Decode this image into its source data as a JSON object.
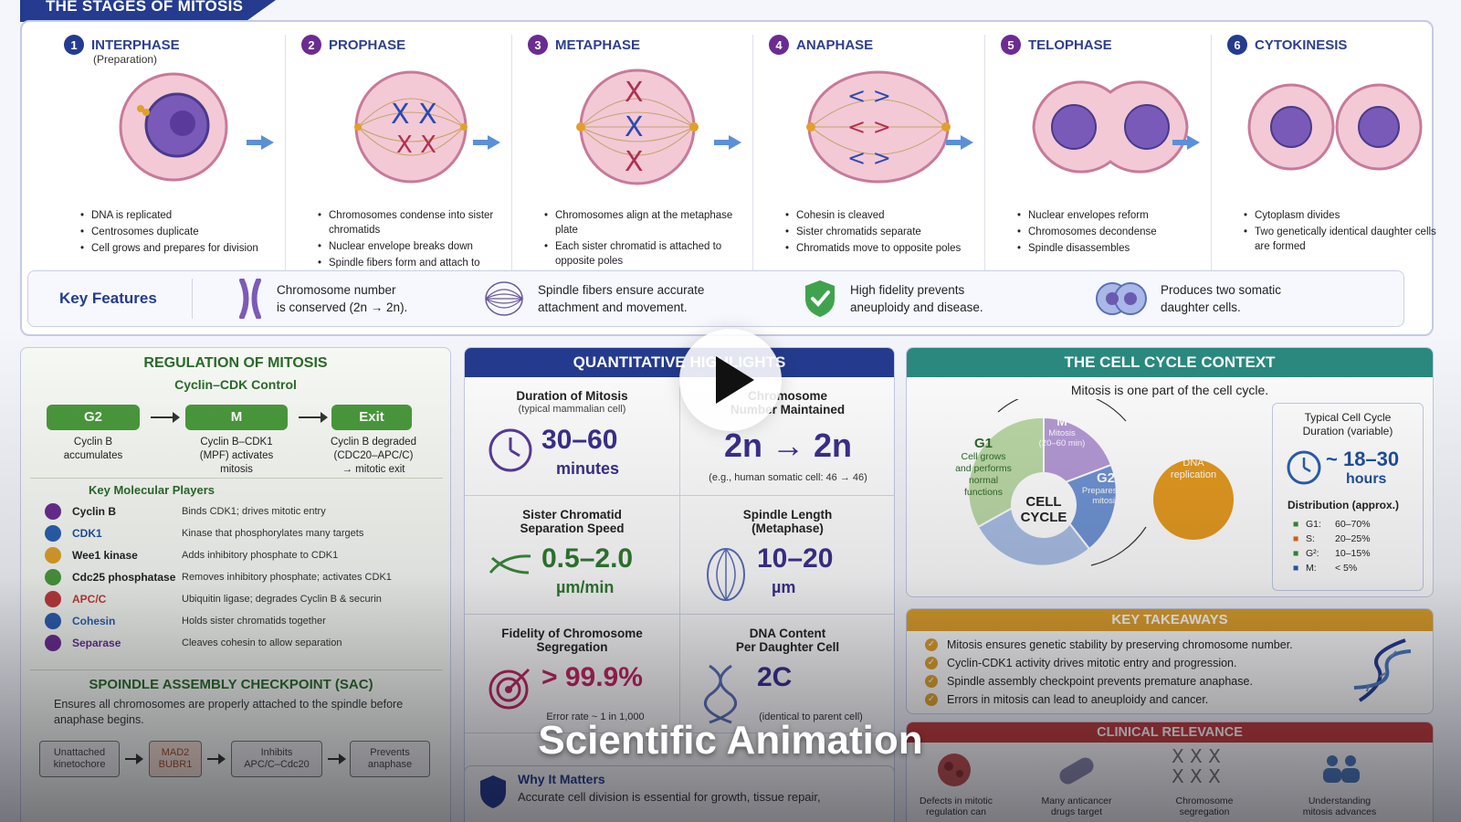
{
  "banner": {
    "title": "THE STAGES OF MITOSIS"
  },
  "stages": [
    {
      "num": "1",
      "name": "INTERPHASE",
      "sub": "(Preparation)",
      "color": "#243b8f",
      "bullets": [
        "DNA is replicated",
        "Centrosomes duplicate",
        "Cell grows and prepares for division"
      ]
    },
    {
      "num": "2",
      "name": "PROPHASE",
      "sub": "",
      "color": "#6a2c91",
      "bullets": [
        "Chromosomes condense into sister chromatids",
        "Nuclear envelope breaks down",
        "Spindle fibers form and attach to kinetochores"
      ]
    },
    {
      "num": "3",
      "name": "METAPHASE",
      "sub": "",
      "color": "#6a2c91",
      "bullets": [
        "Chromosomes align at the metaphase plate",
        "Each sister chromatid is attached to opposite poles"
      ]
    },
    {
      "num": "4",
      "name": "ANAPHASE",
      "sub": "",
      "color": "#6a2c91",
      "bullets": [
        "Cohesin is cleaved",
        "Sister chromatids separate",
        "Chromatids move to opposite poles"
      ]
    },
    {
      "num": "5",
      "name": "TELOPHASE",
      "sub": "",
      "color": "#6a2c91",
      "bullets": [
        "Nuclear envelopes reform",
        "Chromosomes decondense",
        "Spindle disassembles"
      ]
    },
    {
      "num": "6",
      "name": "CYTOKINESIS",
      "sub": "",
      "color": "#243b8f",
      "bullets": [
        "Cytoplasm divides",
        "Two genetically identical daughter cells are formed"
      ]
    }
  ],
  "key_features": {
    "title": "Key Features",
    "items": [
      {
        "icon": "chromosome-icon",
        "line1": "Chromosome number",
        "line2": "is conserved (2n → 2n)."
      },
      {
        "icon": "spindle-icon",
        "line1": "Spindle fibers ensure accurate",
        "line2": "attachment and movement."
      },
      {
        "icon": "shield-check-icon",
        "line1": "High fidelity prevents",
        "line2": "aneuploidy and disease."
      },
      {
        "icon": "daughter-cells-icon",
        "line1": "Produces two somatic",
        "line2": "daughter cells."
      }
    ]
  },
  "regulation": {
    "title": "REGULATION OF MITOSIS",
    "subtitle": "Cyclin–CDK Control",
    "phases": [
      {
        "label": "G2",
        "desc": "Cyclin B\naccumulates"
      },
      {
        "label": "M",
        "desc": "Cyclin B–CDK1\n(MPF) activates\nmitosis"
      },
      {
        "label": "Exit",
        "desc": "Cyclin B degraded\n(CDC20–APC/C)\n→ mitotic exit"
      }
    ],
    "players_title": "Key Molecular Players",
    "players": [
      {
        "name": "Cyclin B",
        "desc": "Binds CDK1; drives mitotic entry",
        "color": "#6a2c91",
        "nameColor": "#222"
      },
      {
        "name": "CDK1",
        "desc": "Kinase that phosphorylates many targets",
        "color": "#2a5fb0",
        "nameColor": "#1f4f9f"
      },
      {
        "name": "Wee1 kinase",
        "desc": "Adds inhibitory phosphate to CDK1",
        "color": "#e0a12a",
        "nameColor": "#222"
      },
      {
        "name": "Cdc25 phosphatase",
        "desc": "Removes inhibitory phosphate; activates CDK1",
        "color": "#4a9a3c",
        "nameColor": "#222"
      },
      {
        "name": "APC/C",
        "desc": "Ubiquitin ligase; degrades Cyclin B & securin",
        "color": "#c23a3a",
        "nameColor": "#c23a3a"
      },
      {
        "name": "Cohesin",
        "desc": "Holds sister chromatids together",
        "color": "#2a5fb0",
        "nameColor": "#2a5fb0"
      },
      {
        "name": "Separase",
        "desc": "Cleaves cohesin to allow separation",
        "color": "#6a2c91",
        "nameColor": "#6a2c91"
      }
    ],
    "sac_title": "SPOINDLE ASSEMBLY CHECKPOINT (SAC)",
    "sac_text": "Ensures all chromosomes are properly attached to the spindle before anaphase begins.",
    "sac_flow": [
      {
        "label": "Unattached\nkinetochore"
      },
      {
        "label": "MAD2\nBUBR1"
      },
      {
        "label": "Inhibits\nAPC/C–Cdc20"
      },
      {
        "label": "Prevents\nanaphase"
      }
    ]
  },
  "quant": {
    "title": "QUANTITATIVE HIGHLIGHTS",
    "cells": [
      {
        "label": "Duration of Mitosis",
        "small": "(typical mammalian cell)",
        "value": "30–60",
        "unit": "minutes",
        "note": "",
        "icon": "clock-icon"
      },
      {
        "label": "Chromosome",
        "small": "Number Maintained",
        "value": "2n → 2n",
        "unit": "",
        "note": "(e.g., human somatic cell: 46 → 46)",
        "icon": ""
      },
      {
        "label": "Sister Chromatid",
        "small": "Separation Speed",
        "value": "0.5–2.0",
        "unit": "µm/min",
        "note": "",
        "icon": "chromatid-icon"
      },
      {
        "label": "Spindle Length",
        "small": "(Metaphase)",
        "value": "10–20",
        "unit": "µm",
        "note": "",
        "icon": "spindle-icon"
      },
      {
        "label": "Fidelity of Chromosome",
        "small": "Segregation",
        "value": "> 99.9%",
        "unit": "",
        "note": "Error rate ~ 1 in 1,000",
        "icon": "target-icon"
      },
      {
        "label": "DNA Content",
        "small": "Per Daughter Cell",
        "value": "2C",
        "unit": "",
        "note": "(identical to parent cell)",
        "icon": "dna-icon"
      }
    ],
    "why_title": "Why It Matters",
    "why_text": "Accurate cell division is essential for growth, tissue repair,"
  },
  "context": {
    "title": "THE CELL CYCLE CONTEXT",
    "subtitle": "Mitosis is one part of the cell cycle.",
    "center": "CELL\nCYCLE",
    "segments": [
      {
        "label": "G1",
        "desc": "Cell grows\nand performs\nnormal\nfunctions"
      },
      {
        "label": "M",
        "desc": "Mitosis\n(20–60 min)"
      },
      {
        "label": "G2",
        "desc": "Prepares for\nmitosis"
      },
      {
        "label": "S",
        "desc": "DNA\nreplication"
      }
    ],
    "duration_title": "Typical Cell Cycle\nDuration (variable)",
    "duration_value": "~ 18–30",
    "duration_unit": "hours",
    "dist_title": "Distribution (approx.)",
    "dist": [
      {
        "phase": "G1:",
        "value": "60–70%"
      },
      {
        "phase": "S:",
        "value": "20–25%"
      },
      {
        "phase": "G²:",
        "value": "10–15%"
      },
      {
        "phase": "M:",
        "value": "< 5%"
      }
    ]
  },
  "takeaways": {
    "title": "KEY TAKEAWAYS",
    "items": [
      "Mitosis ensures genetic stability by preserving chromosome number.",
      "Cyclin-CDK1 activity drives mitotic entry and progression.",
      "Spindle assembly checkpoint prevents premature anaphase.",
      "Errors in mitosis can lead to aneuploidy and cancer."
    ]
  },
  "clinical": {
    "title": "CLINICAL RELEVANCE",
    "items": [
      {
        "label": "Defects in mitotic\nregulation can"
      },
      {
        "label": "Many anticancer\ndrugs target"
      },
      {
        "label": "Chromosome\nsegregation"
      },
      {
        "label": "Understanding\nmitosis advances"
      }
    ]
  },
  "video": {
    "title": "Scientific Animation"
  }
}
